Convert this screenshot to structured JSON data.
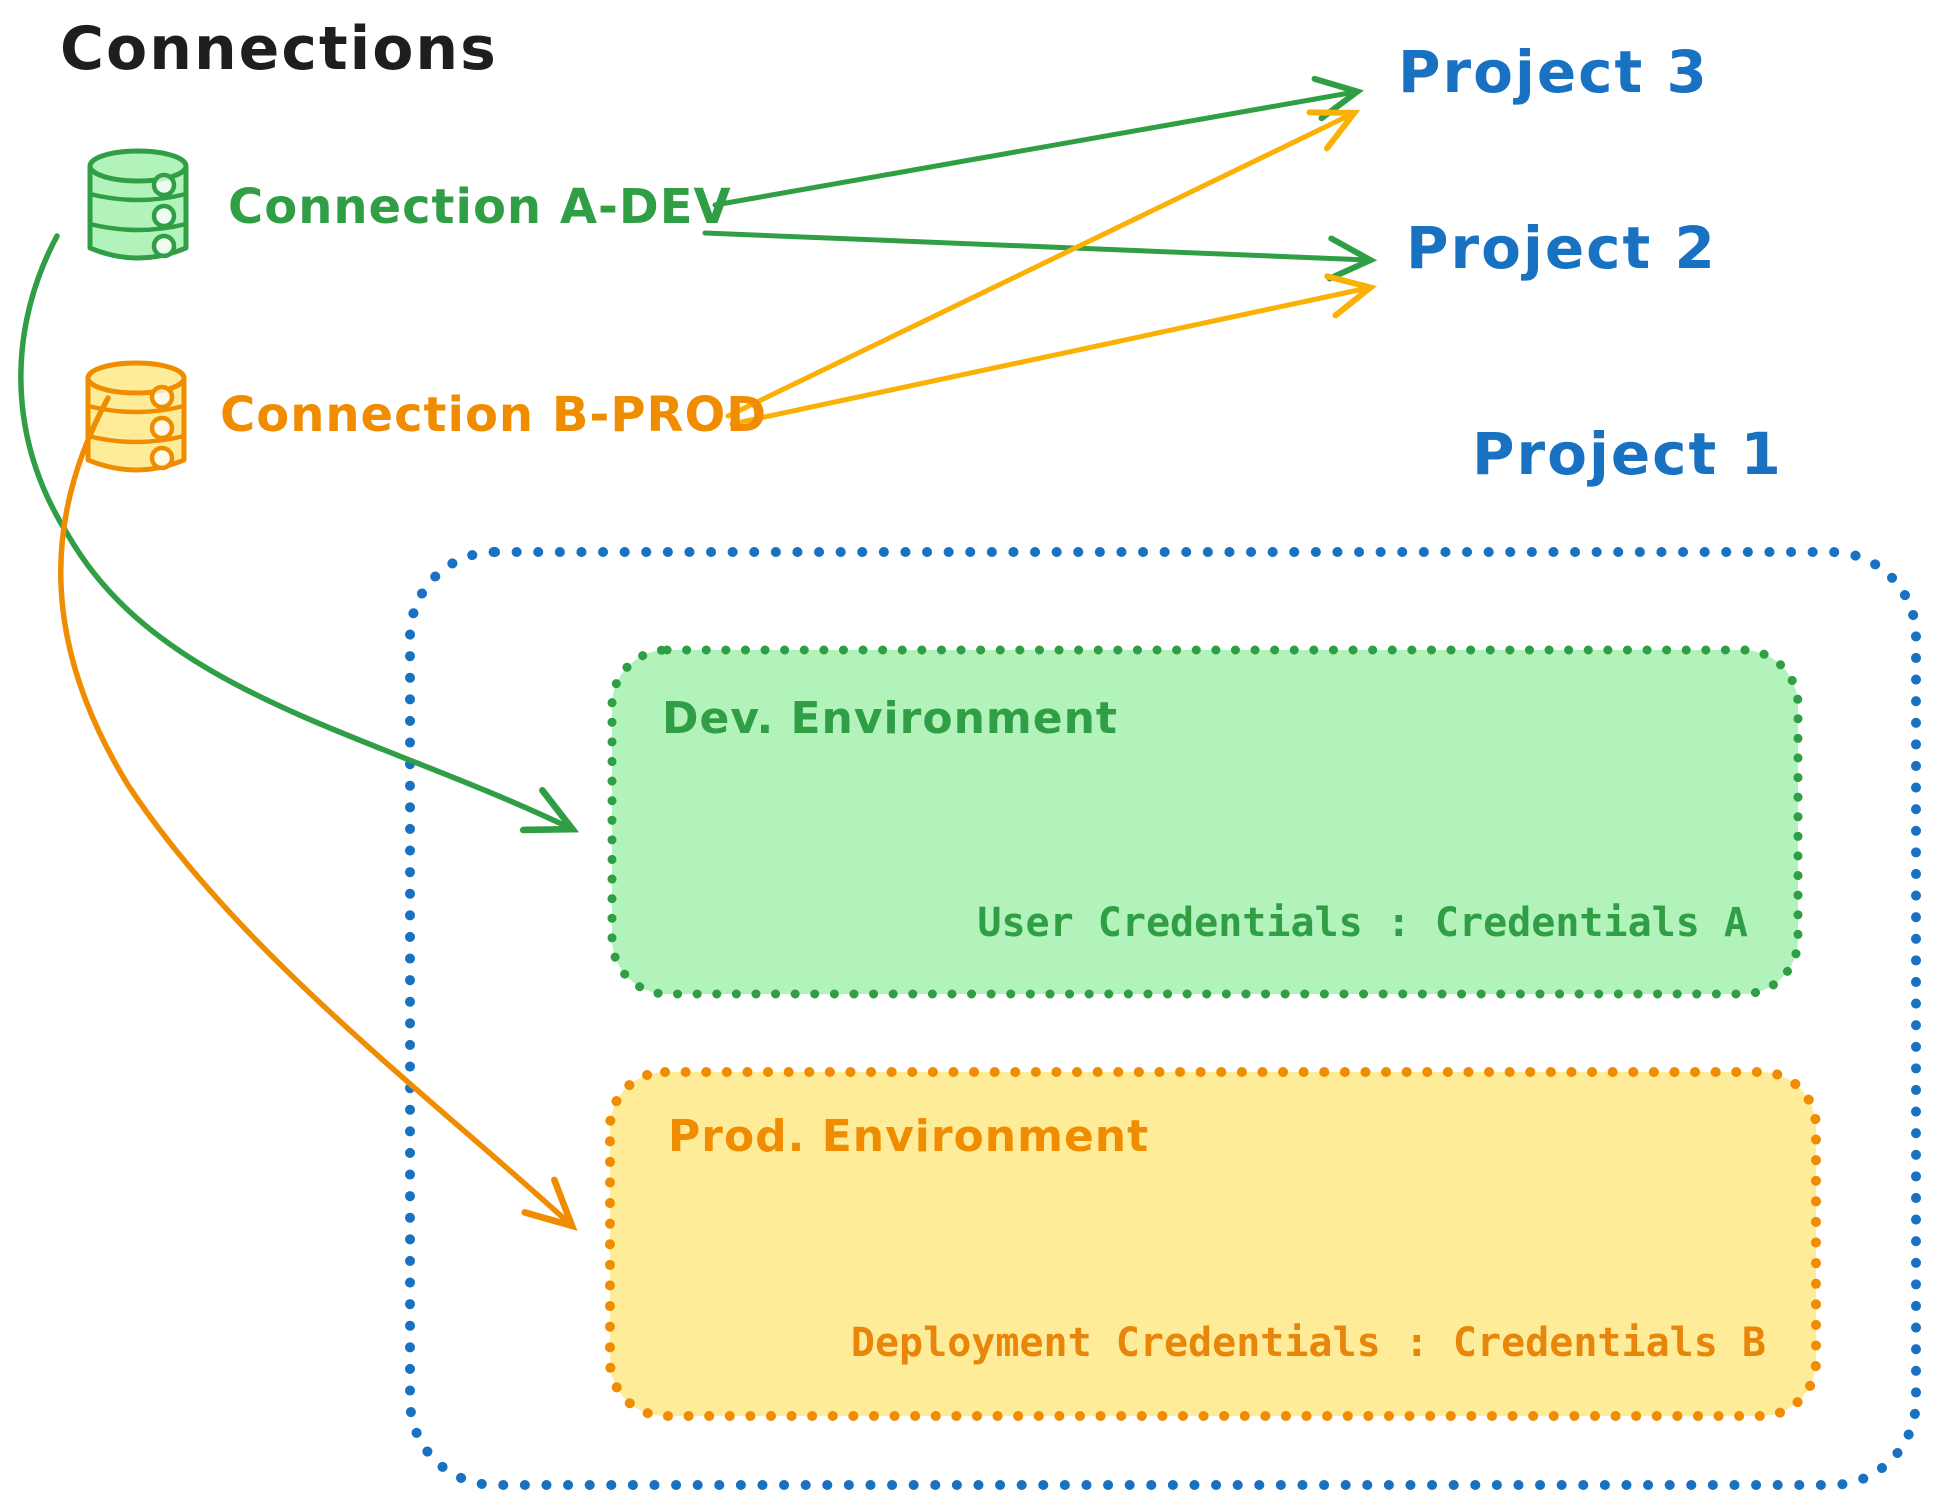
{
  "title": "Connections",
  "palette": {
    "black": "#1e1e1e",
    "green": "#2f9e44",
    "green_fill": "#b2f2bb",
    "orange": "#f08c00",
    "amber_arrow": "#fab005",
    "orange_fill": "#ffec99",
    "blue": "#1971c2"
  },
  "connections": [
    {
      "label": "Connection A-DEV",
      "icon": "database-icon",
      "color": "#2f9e44"
    },
    {
      "label": "Connection B-PROD",
      "icon": "database-icon",
      "color": "#f08c00"
    }
  ],
  "projects": [
    {
      "label": "Project 3"
    },
    {
      "label": "Project 2"
    },
    {
      "label": "Project 1"
    }
  ],
  "project1_detail": {
    "dev_environment": {
      "title": "Dev. Environment",
      "credentials": "User Credentials : Credentials A"
    },
    "prod_environment": {
      "title": "Prod. Environment",
      "credentials": "Deployment Credentials : Credentials B"
    }
  },
  "arrows": [
    {
      "from": "Connection A-DEV",
      "to": "Project 3",
      "color": "#2f9e44"
    },
    {
      "from": "Connection A-DEV",
      "to": "Project 2",
      "color": "#2f9e44"
    },
    {
      "from": "Connection B-PROD",
      "to": "Project 3",
      "color": "#fab005"
    },
    {
      "from": "Connection B-PROD",
      "to": "Project 2",
      "color": "#fab005"
    },
    {
      "from": "Connection A-DEV",
      "to": "Dev. Environment",
      "color": "#2f9e44"
    },
    {
      "from": "Connection B-PROD",
      "to": "Prod. Environment",
      "color": "#f08c00"
    }
  ]
}
